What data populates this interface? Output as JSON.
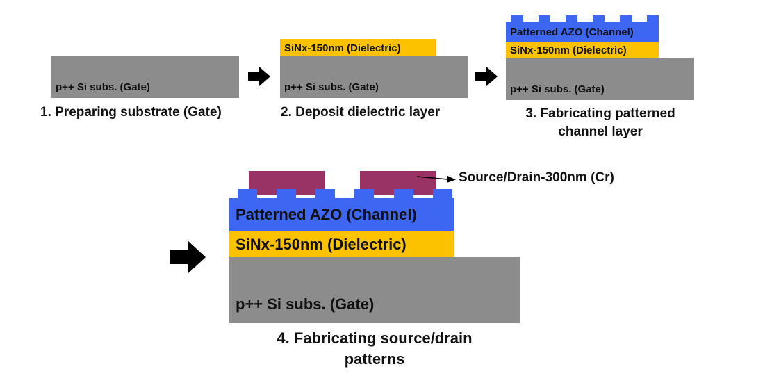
{
  "step1": {
    "substrate_label": "p++ Si subs. (Gate)",
    "caption": "1. Preparing substrate (Gate)"
  },
  "step2": {
    "dielectric_label": "SiNx-150nm (Dielectric)",
    "substrate_label": "p++ Si subs. (Gate)",
    "caption": "2. Deposit dielectric layer"
  },
  "step3": {
    "channel_label": "Patterned AZO (Channel)",
    "dielectric_label": "SiNx-150nm (Dielectric)",
    "substrate_label": "p++ Si subs. (Gate)",
    "caption_line1": "3. Fabricating patterned",
    "caption_line2": "channel layer"
  },
  "step4": {
    "electrode_label": "Source/Drain-300nm (Cr)",
    "channel_label": "Patterned AZO (Channel)",
    "dielectric_label": "SiNx-150nm (Dielectric)",
    "substrate_label": "p++ Si subs. (Gate)",
    "caption_line1": "4. Fabricating source/drain",
    "caption_line2": "patterns"
  },
  "colors": {
    "substrate": "#8c8c8c",
    "dielectric": "#fcc200",
    "channel": "#3d66f2",
    "electrode": "#993366",
    "arrow": "#000000"
  }
}
